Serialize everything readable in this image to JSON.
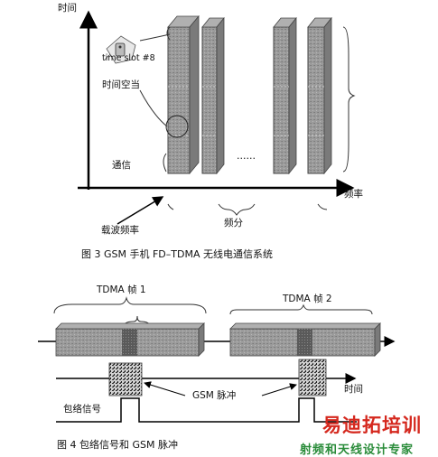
{
  "fig3": {
    "y_axis_label": "时间",
    "x_axis_label": "频率",
    "timeslot_label": "time slot #8",
    "guard_time_label": "时间空当",
    "traffic_label": "通信",
    "ellipsis": "……",
    "carrier_label": "载波频率",
    "channel_label": "频分",
    "caption": "图 3  GSM 手机 FD–TDMA 无线电通信系统"
  },
  "fig4": {
    "frame1_label": "TDMA 帧 1",
    "frame2_label": "TDMA 帧 2",
    "time_label": "时间",
    "burst_label": "GSM 脉冲",
    "envelope_label": "包络信号",
    "caption": "图 4  包络信号和 GSM 脉冲"
  },
  "watermark": {
    "brand": "易迪拓培训",
    "tagline": "射频和天线设计专家"
  },
  "colors": {
    "block": "#9a9a9a",
    "block_dark": "#555555",
    "watermark_red": "#d5281e",
    "watermark_green": "#2a8c3a"
  }
}
